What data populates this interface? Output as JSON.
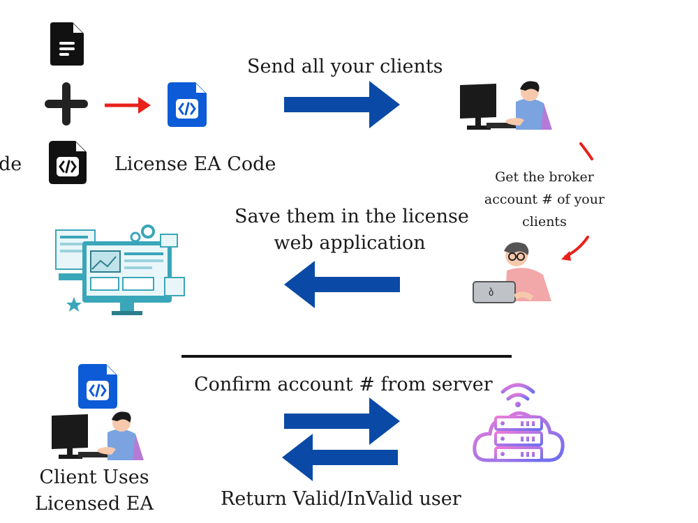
{
  "labels": {
    "left_cut": "de",
    "license_code": "License EA Code",
    "send_clients": "Send all your clients",
    "get_broker": [
      "Get the broker",
      "account # of your",
      "clients"
    ],
    "save_license": [
      "Save them in the license",
      "web application"
    ],
    "confirm": "Confirm account # from server",
    "return_valid": "Return Valid/InValid user",
    "client_uses": [
      "Client Uses",
      "Licensed EA"
    ]
  },
  "colors": {
    "arrow_blue": "#0a4aa6",
    "red_arrow": "#e8211b",
    "code_file_blue": "#0d5bd7",
    "dark_file": "#111111",
    "monitor_teal": "#3aa6b9",
    "cloud_gradient_start": "#f07ad8",
    "cloud_gradient_end": "#6b6ff0"
  },
  "icons": [
    "document-icon",
    "plus-icon",
    "code-file-icon",
    "dark-code-file-icon",
    "person-at-computer-icon",
    "person-with-laptop-icon",
    "web-application-monitor-icon",
    "cloud-server-icon"
  ]
}
